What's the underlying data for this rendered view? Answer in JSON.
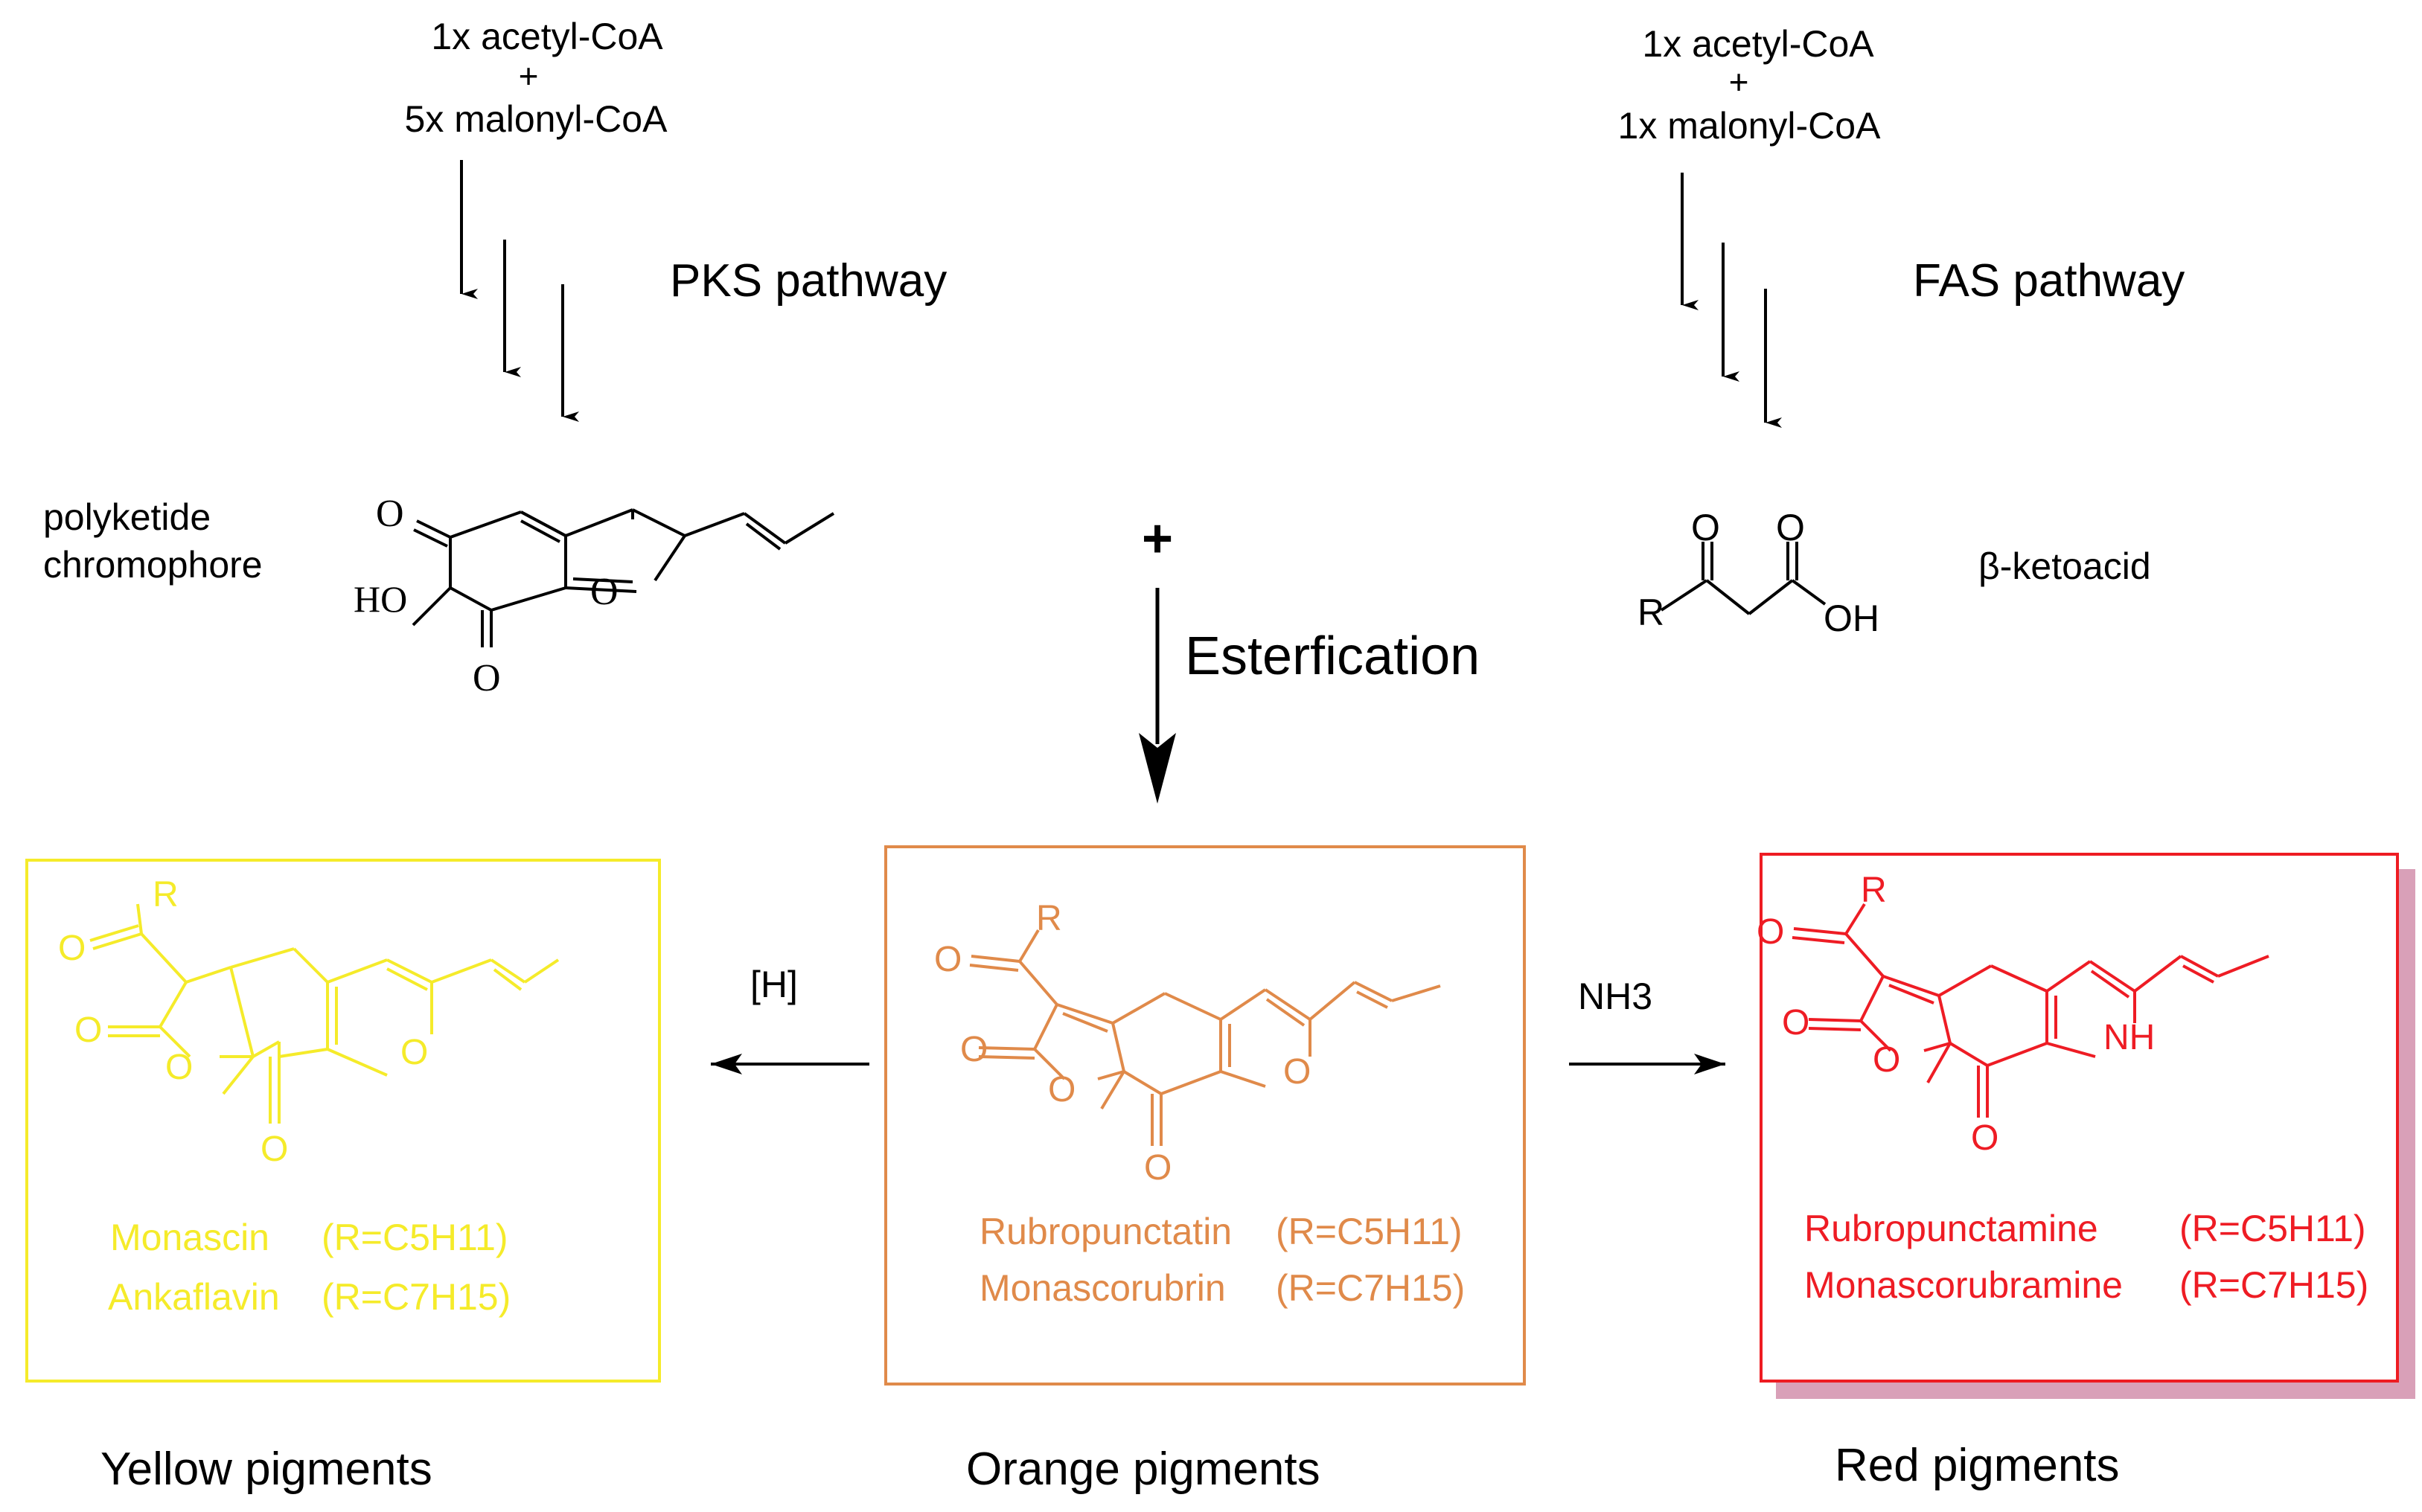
{
  "pks": {
    "precursor_line1": "1x acetyl-CoA",
    "precursor_plus": "+",
    "precursor_line2": "5x malonyl-CoA",
    "pathway_label": "PKS pathway",
    "product_label_line1": "polyketide",
    "product_label_line2": "chromophore",
    "atom_o1": "O",
    "atom_o2": "O",
    "atom_o3": "O",
    "atom_ho": "HO"
  },
  "fas": {
    "precursor_line1": "1x acetyl-CoA",
    "precursor_plus": "+",
    "precursor_line2": "1x malonyl-CoA",
    "pathway_label": "FAS pathway",
    "product_label": "β-ketoacid",
    "atom_o1": "O",
    "atom_o2": "O",
    "atom_r": "R",
    "atom_oh": "OH"
  },
  "center": {
    "plus": "+",
    "reaction_label": "Esterfication"
  },
  "reactions": {
    "reduction_label": "[H]",
    "amination_label": "NH3"
  },
  "yellow": {
    "color": "#f5eb2a",
    "r_label": "R",
    "atom_o_a": "O",
    "atom_o_b": "O",
    "atom_o_c": "O",
    "atom_o_d": "O",
    "atom_o_e": "O",
    "compound1_name": "Monascin",
    "compound1_formula": "(R=C5H11)",
    "compound2_name": "Ankaflavin",
    "compound2_formula": "(R=C7H15)",
    "caption": "Yellow pigments"
  },
  "orange": {
    "color": "#e08a4a",
    "r_label": "R",
    "atom_o_a": "O",
    "atom_o_b": "O",
    "atom_o_c": "O",
    "atom_o_d": "O",
    "atom_o_e": "O",
    "compound1_name": "Rubropunctatin",
    "compound1_formula": "(R=C5H11)",
    "compound2_name": "Monascorubrin",
    "compound2_formula": "(R=C7H15)",
    "caption": "Orange pigments"
  },
  "red": {
    "color": "#ee1c24",
    "r_label": "R",
    "atom_o_a": "O",
    "atom_o_b": "O",
    "atom_o_c": "O",
    "atom_o_d": "O",
    "atom_nh": "NH",
    "compound1_name": "Rubropunctamine",
    "compound1_formula": "(R=C5H11)",
    "compound2_name": "Monascorubramine",
    "compound2_formula": "(R=C7H15)",
    "caption": "Red pigments"
  }
}
